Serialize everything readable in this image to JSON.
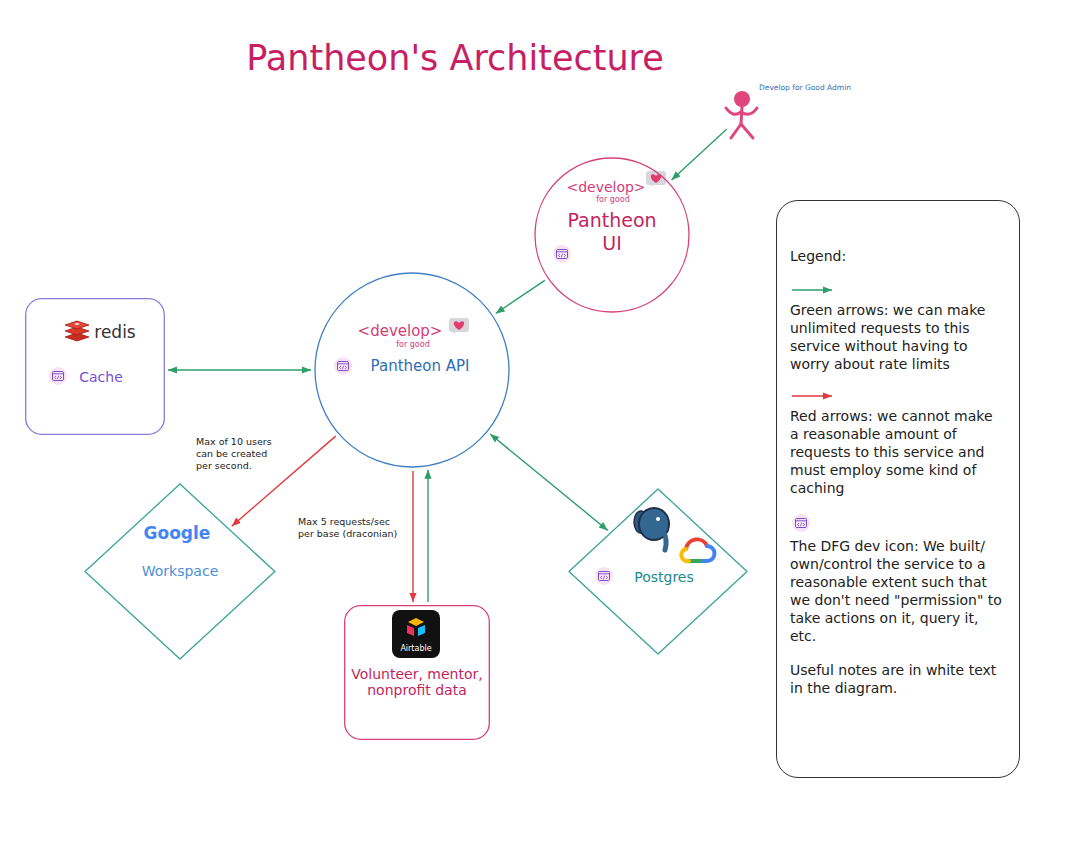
{
  "diagram": {
    "title": "Pantheon's Architecture",
    "nodes": [
      {
        "text": [
          "Develop for Good Admin"
        ]
      },
      {
        "text": [
          "<develop>",
          "for good",
          "Pantheon UI"
        ]
      },
      {
        "text": [
          "redis",
          "Cache"
        ]
      },
      {
        "text": [
          "<develop>",
          "for good",
          "Pantheon API"
        ]
      },
      {
        "text": [
          "Google",
          "Workspace"
        ]
      },
      {
        "text": [
          "Postgres"
        ]
      },
      {
        "text": [
          "Airtable",
          "Volunteer, mentor, nonprofit data"
        ]
      }
    ],
    "edges": [
      {
        "from": 0,
        "to": 1,
        "arrow": "to"
      },
      {
        "from": 1,
        "to": 3,
        "arrow": "to"
      },
      {
        "from": 3,
        "to": 2,
        "arrow": "both"
      },
      {
        "from": 3,
        "to": 4,
        "arrow": "to",
        "label": "Max of 10 users can be created per second."
      },
      {
        "from": 3,
        "to": 6,
        "arrow": "to",
        "label": "Max 5 requests/sec per base (draconian)"
      },
      {
        "from": 6,
        "to": 3,
        "arrow": "to"
      },
      {
        "from": 3,
        "to": 5,
        "arrow": "both"
      }
    ],
    "labels": [
      "Legend:",
      "Useful notes are in white text in the diagram."
    ],
    "legend": [
      {
        "text": "Green arrows: we can make unlimited requests to this service without having to worry about rate limits"
      },
      {
        "text": "Red arrows: we cannot make a reasonable amount of requests to this service and must employ some kind of caching"
      },
      {
        "text": "The DFG dev icon: We built/ own/control the service to a reasonable extent such that we don't need \"permission\" to take actions on it, query it, etc."
      }
    ]
  }
}
